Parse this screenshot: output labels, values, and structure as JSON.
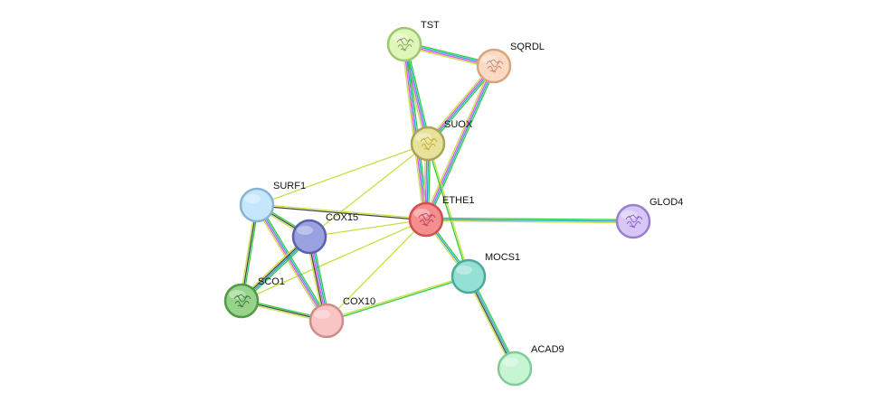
{
  "nodes": [
    {
      "id": "TST",
      "label": "TST",
      "fill": "#ddf7b8",
      "stroke": "#9dc86e",
      "has_structure": true,
      "structure_color": "#7a8a5a"
    },
    {
      "id": "SQRDL",
      "label": "SQRDL",
      "fill": "#fbd9c2",
      "stroke": "#d8a57f",
      "has_structure": true,
      "structure_color": "#b77a6a"
    },
    {
      "id": "SUOX",
      "label": "SUOX",
      "fill": "#e6e29a",
      "stroke": "#a9a45a",
      "has_structure": true,
      "structure_color": "#c7a11e"
    },
    {
      "id": "ETHE1",
      "label": "ETHE1",
      "fill": "#f58e8e",
      "stroke": "#d24d4d",
      "has_structure": true,
      "structure_color": "#b0325a"
    },
    {
      "id": "GLOD4",
      "label": "GLOD4",
      "fill": "#d8c6f6",
      "stroke": "#9a7fcf",
      "has_structure": true,
      "structure_color": "#7a4fc0"
    },
    {
      "id": "SURF1",
      "label": "SURF1",
      "fill": "#c6e6fb",
      "stroke": "#86b5d4",
      "has_structure": false
    },
    {
      "id": "COX15",
      "label": "COX15",
      "fill": "#99a1e0",
      "stroke": "#5860b0",
      "has_structure": false
    },
    {
      "id": "MOCS1",
      "label": "MOCS1",
      "fill": "#94e0d4",
      "stroke": "#4ea99a",
      "has_structure": false
    },
    {
      "id": "SCO1",
      "label": "SCO1",
      "fill": "#97d38a",
      "stroke": "#4f9a45",
      "has_structure": true,
      "structure_color": "#2f6a2f"
    },
    {
      "id": "COX10",
      "label": "COX10",
      "fill": "#f8c4c4",
      "stroke": "#cf8a8a",
      "has_structure": false
    },
    {
      "id": "ACAD9",
      "label": "ACAD9",
      "fill": "#c6f5d4",
      "stroke": "#83c99a",
      "has_structure": false
    }
  ],
  "edge_colors": {
    "neighborhood": "#2ecc40",
    "fusion": "#2f9fd8",
    "cooccurrence": "#e64fe6",
    "coexpression": "#444444",
    "textmining": "#c6e043",
    "database": "#2aa9c4"
  },
  "edges": [
    {
      "from": "TST",
      "to": "SQRDL",
      "types": [
        "neighborhood",
        "fusion",
        "cooccurrence",
        "textmining"
      ]
    },
    {
      "from": "TST",
      "to": "SUOX",
      "types": [
        "neighborhood",
        "fusion",
        "cooccurrence",
        "textmining"
      ]
    },
    {
      "from": "TST",
      "to": "ETHE1",
      "types": [
        "neighborhood",
        "fusion",
        "cooccurrence",
        "textmining"
      ]
    },
    {
      "from": "SQRDL",
      "to": "SUOX",
      "types": [
        "neighborhood",
        "fusion",
        "cooccurrence",
        "textmining"
      ]
    },
    {
      "from": "SQRDL",
      "to": "ETHE1",
      "types": [
        "neighborhood",
        "fusion",
        "cooccurrence",
        "textmining"
      ]
    },
    {
      "from": "SUOX",
      "to": "ETHE1",
      "types": [
        "neighborhood",
        "fusion",
        "cooccurrence",
        "textmining"
      ]
    },
    {
      "from": "SUOX",
      "to": "MOCS1",
      "types": [
        "textmining",
        "neighborhood"
      ]
    },
    {
      "from": "SUOX",
      "to": "SURF1",
      "types": [
        "textmining"
      ]
    },
    {
      "from": "SUOX",
      "to": "COX15",
      "types": [
        "textmining"
      ]
    },
    {
      "from": "ETHE1",
      "to": "GLOD4",
      "types": [
        "neighborhood",
        "fusion",
        "textmining"
      ]
    },
    {
      "from": "ETHE1",
      "to": "MOCS1",
      "types": [
        "neighborhood",
        "fusion",
        "textmining"
      ]
    },
    {
      "from": "ETHE1",
      "to": "SURF1",
      "types": [
        "coexpression",
        "textmining"
      ]
    },
    {
      "from": "ETHE1",
      "to": "COX15",
      "types": [
        "textmining"
      ]
    },
    {
      "from": "ETHE1",
      "to": "SCO1",
      "types": [
        "textmining"
      ]
    },
    {
      "from": "ETHE1",
      "to": "COX10",
      "types": [
        "textmining"
      ]
    },
    {
      "from": "MOCS1",
      "to": "ACAD9",
      "types": [
        "neighborhood",
        "fusion",
        "coexpression",
        "textmining"
      ]
    },
    {
      "from": "MOCS1",
      "to": "COX10",
      "types": [
        "neighborhood",
        "textmining"
      ]
    },
    {
      "from": "SURF1",
      "to": "COX15",
      "types": [
        "neighborhood",
        "coexpression",
        "textmining"
      ]
    },
    {
      "from": "SURF1",
      "to": "SCO1",
      "types": [
        "neighborhood",
        "coexpression",
        "textmining"
      ]
    },
    {
      "from": "SURF1",
      "to": "COX10",
      "types": [
        "neighborhood",
        "fusion",
        "cooccurrence",
        "textmining"
      ]
    },
    {
      "from": "COX15",
      "to": "SCO1",
      "types": [
        "neighborhood",
        "fusion",
        "coexpression",
        "textmining"
      ]
    },
    {
      "from": "COX15",
      "to": "COX10",
      "types": [
        "neighborhood",
        "fusion",
        "cooccurrence",
        "coexpression",
        "textmining"
      ]
    },
    {
      "from": "SCO1",
      "to": "COX10",
      "types": [
        "neighborhood",
        "coexpression",
        "textmining"
      ]
    }
  ]
}
